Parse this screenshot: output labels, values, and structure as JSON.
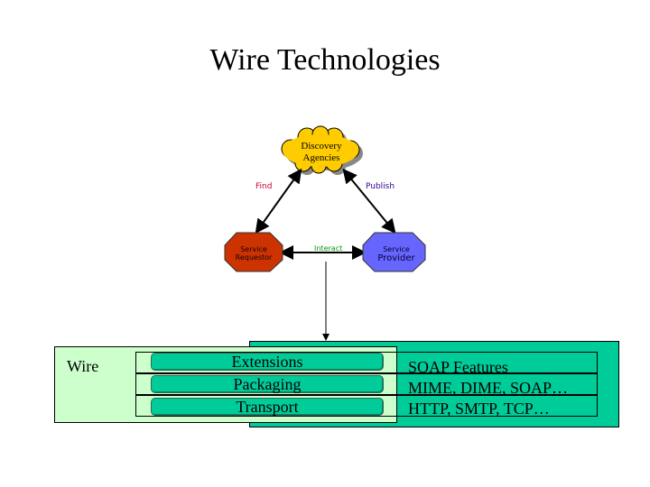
{
  "title": "Wire Technologies",
  "diagram": {
    "nodes": {
      "discovery": {
        "line1": "Discovery",
        "line2": "Agencies",
        "color": "#ffcc00"
      },
      "requestor": {
        "line1": "Service",
        "line2": "Requestor",
        "color": "#cc3300"
      },
      "provider": {
        "line1": "Service",
        "line2": "Provider",
        "color": "#6666ff"
      }
    },
    "edges": {
      "find": {
        "label": "Find",
        "color": "#cc0033"
      },
      "publish": {
        "label": "Publish",
        "color": "#330099"
      },
      "interact": {
        "label": "Interact",
        "color": "#009900"
      }
    }
  },
  "stack": {
    "label": "Wire",
    "layers": [
      {
        "name": "Extensions",
        "examples": "SOAP Features"
      },
      {
        "name": "Packaging",
        "examples": "MIME, DIME, SOAP…"
      },
      {
        "name": "Transport",
        "examples": "HTTP, SMTP, TCP…"
      }
    ],
    "colors": {
      "teal": "#00cc99",
      "light_green": "#ccffcc"
    }
  }
}
